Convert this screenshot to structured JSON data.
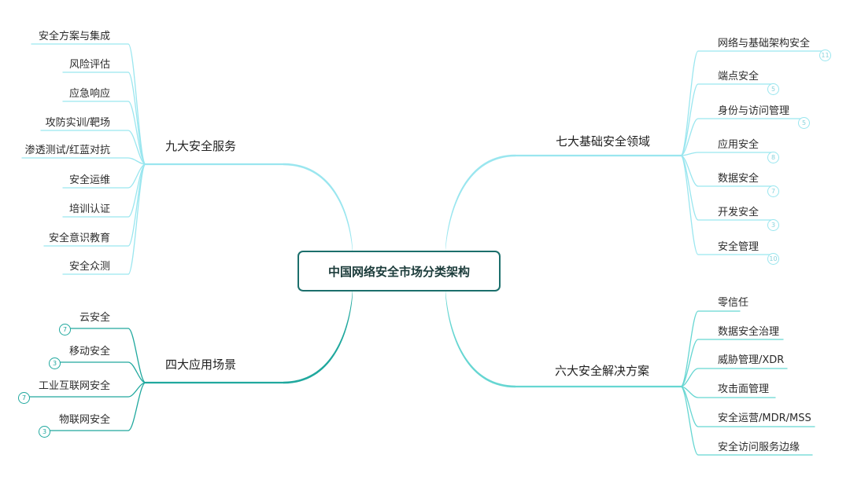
{
  "root": {
    "label": "中国网络安全市场分类架构"
  },
  "branches": [
    {
      "label": "九大安全服务",
      "color": "#9ae6ef",
      "items": [
        {
          "label": "安全方案与集成"
        },
        {
          "label": "风险评估"
        },
        {
          "label": "应急响应"
        },
        {
          "label": "攻防实训/靶场"
        },
        {
          "label": "渗透测试/红蓝对抗"
        },
        {
          "label": "安全运维"
        },
        {
          "label": "培训认证"
        },
        {
          "label": "安全意识教育"
        },
        {
          "label": "安全众测"
        }
      ]
    },
    {
      "label": "七大基础安全领域",
      "color": "#9ae6ef",
      "items": [
        {
          "label": "网络与基础架构安全",
          "count": "11"
        },
        {
          "label": "端点安全",
          "count": "5"
        },
        {
          "label": "身份与访问管理",
          "count": "5"
        },
        {
          "label": "应用安全",
          "count": "8"
        },
        {
          "label": "数据安全",
          "count": "7"
        },
        {
          "label": "开发安全",
          "count": "3"
        },
        {
          "label": "安全管理",
          "count": "10"
        }
      ]
    },
    {
      "label": "四大应用场景",
      "color": "#20a89e",
      "items": [
        {
          "label": "云安全",
          "count": "7"
        },
        {
          "label": "移动安全",
          "count": "3"
        },
        {
          "label": "工业互联网安全",
          "count": "7"
        },
        {
          "label": "物联网安全",
          "count": "3"
        }
      ]
    },
    {
      "label": "六大安全解决方案",
      "color": "#66d6d2",
      "items": [
        {
          "label": "零信任"
        },
        {
          "label": "数据安全治理"
        },
        {
          "label": "威胁管理/XDR"
        },
        {
          "label": "攻击面管理"
        },
        {
          "label": "安全运营/MDR/MSS"
        },
        {
          "label": "安全访问服务边缘"
        }
      ]
    }
  ]
}
